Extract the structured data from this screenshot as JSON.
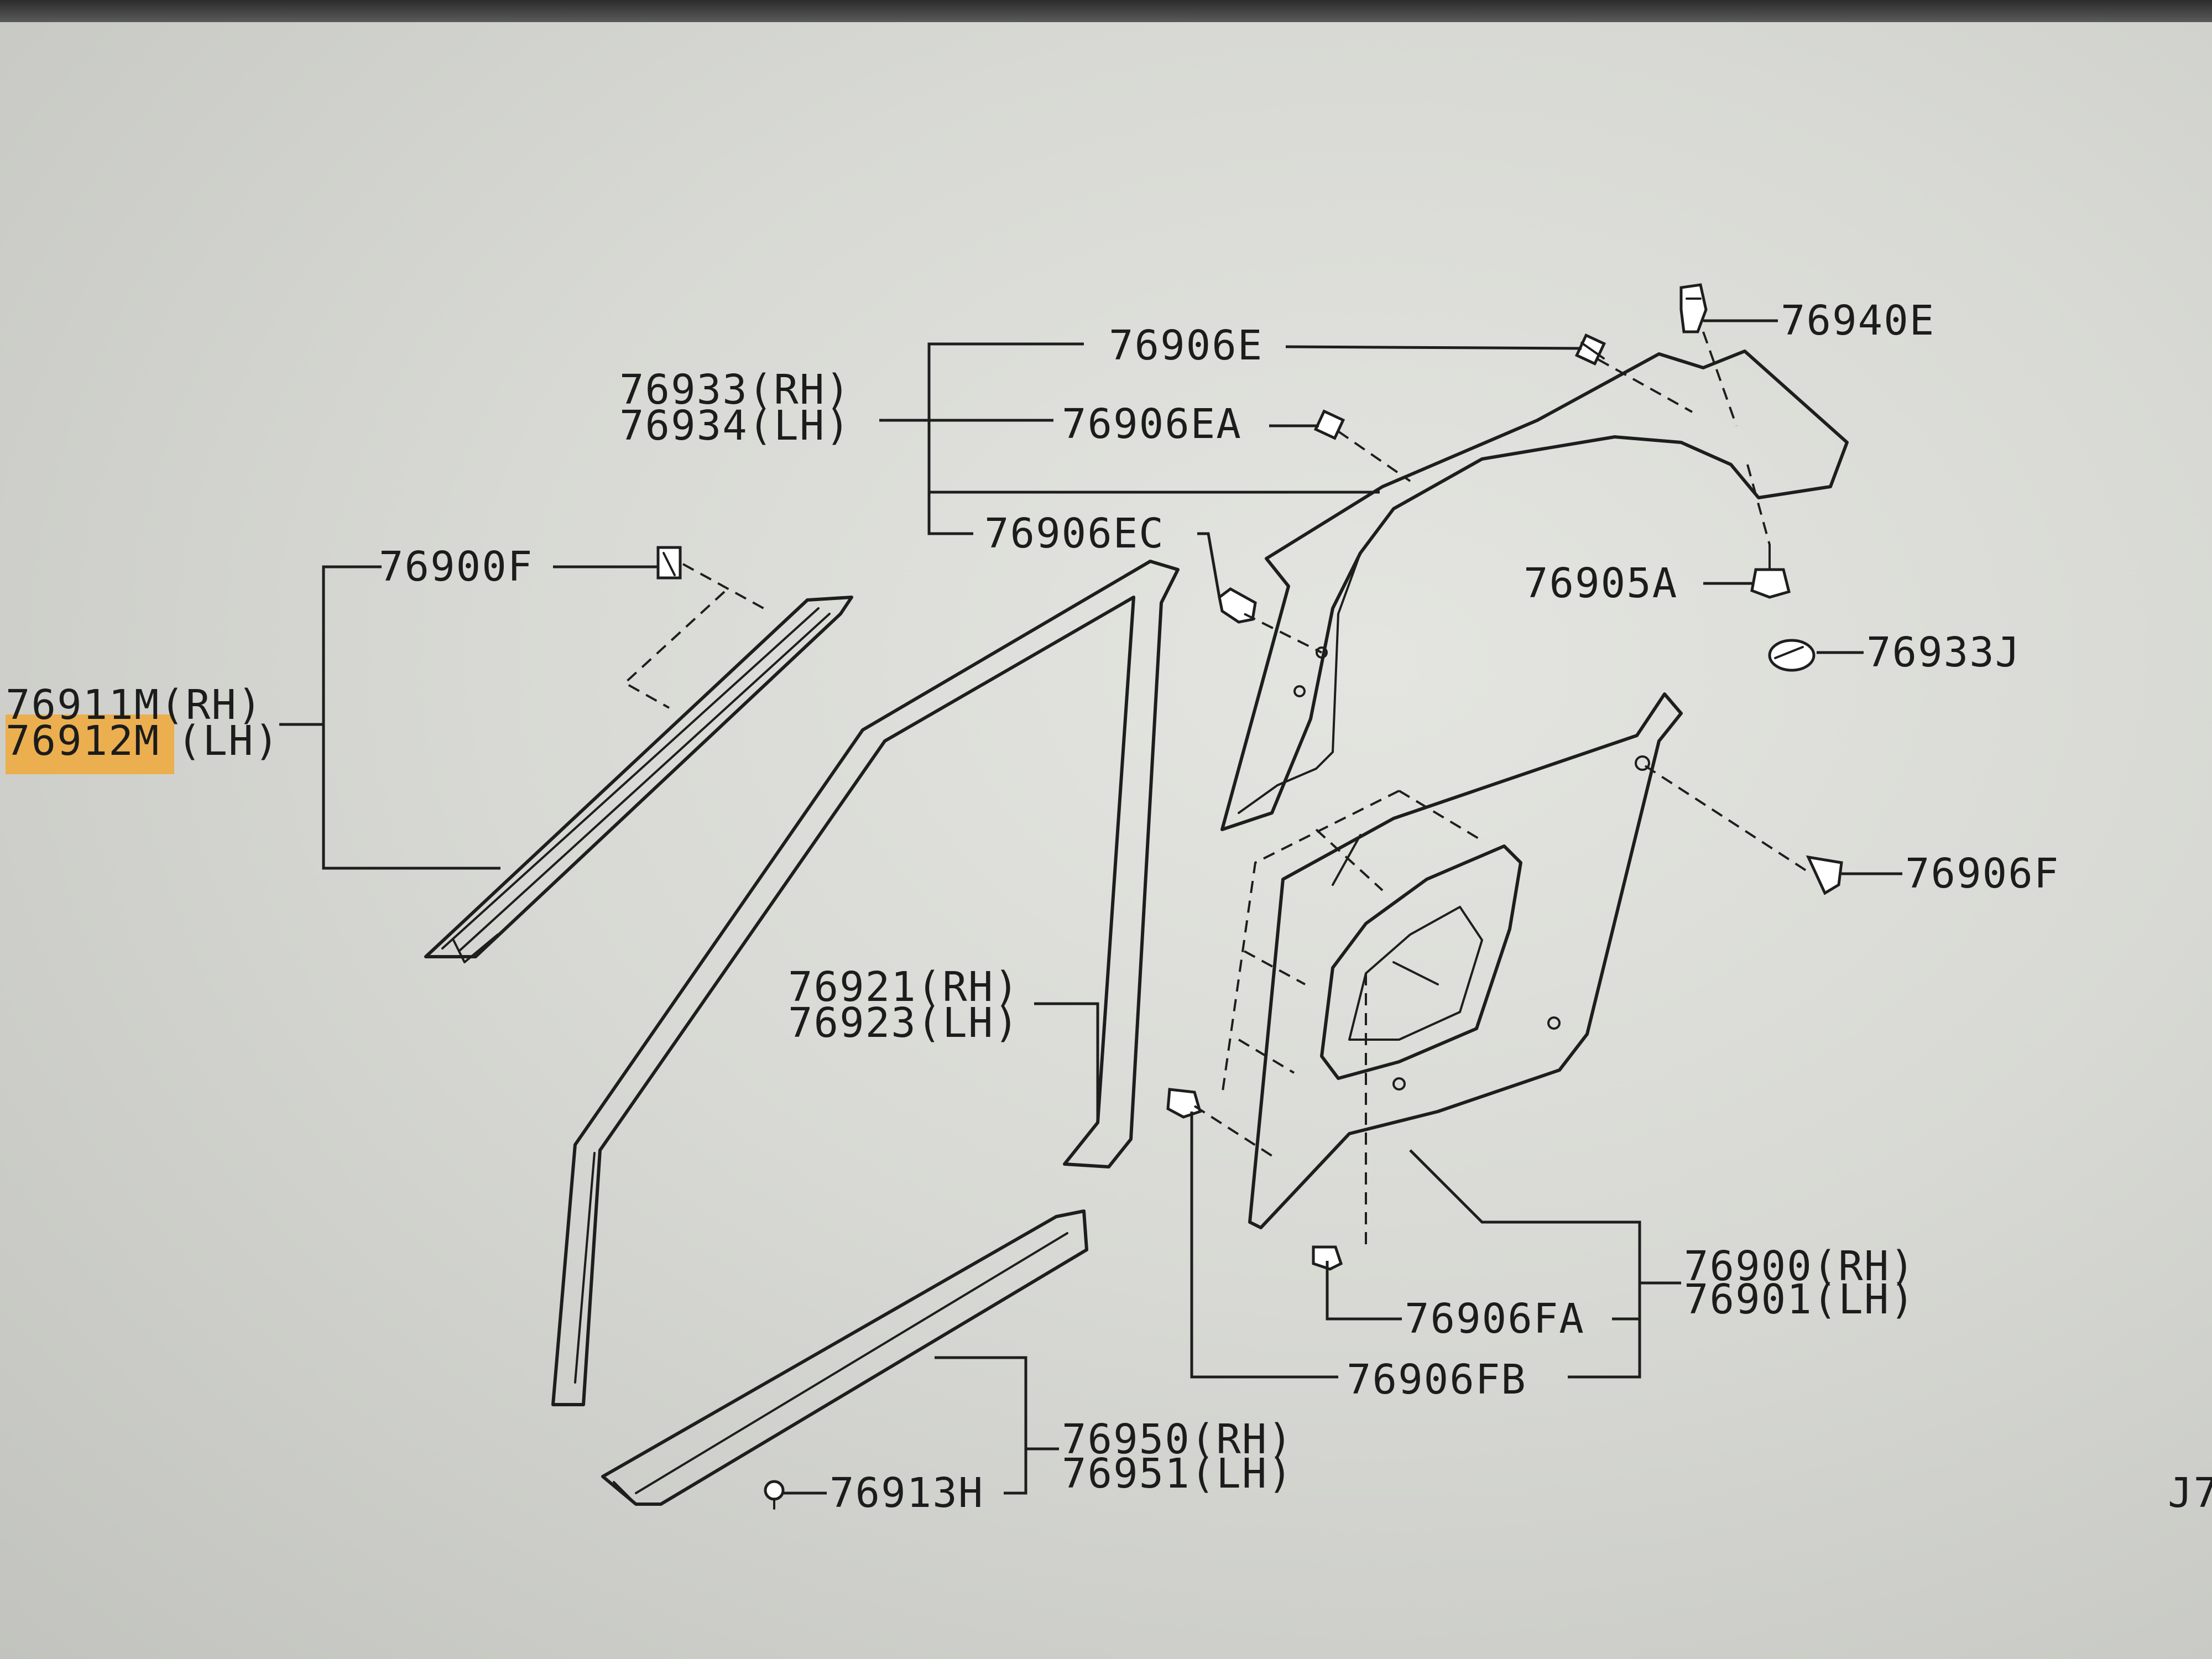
{
  "labels": {
    "p76906E": "76906E",
    "p76940E": "76940E",
    "p76933RH": "76933(RH)",
    "p76934LH": "76934(LH)",
    "p76906EA": "76906EA",
    "p76906EC": "76906EC",
    "p76900F": "76900F",
    "p76905A": "76905A",
    "p76933J": "76933J",
    "p76911M": "76911M(RH)",
    "p76912M_num": "76912M",
    "p76912M_side": "(LH)",
    "p76906F": "76906F",
    "p76921": "76921(RH)",
    "p76923": "76923(LH)",
    "p76900RH": "76900(RH)",
    "p76901LH": "76901(LH)",
    "p76906FA": "76906FA",
    "p76906FB": "76906FB",
    "p76950": "76950(RH)",
    "p76951": "76951(LH)",
    "p76913H": "76913H",
    "corner": "J7"
  },
  "highlight": {
    "part": "76912M",
    "color": "#f0a93a"
  }
}
